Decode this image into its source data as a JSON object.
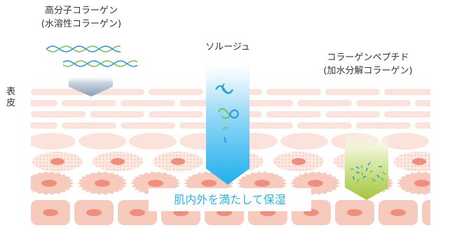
{
  "illustration": {
    "collagen_high": {
      "name": "高分子コラーゲン",
      "note": "(水溶性コラーゲン)"
    },
    "solution": {
      "name": "ソルージュ"
    },
    "collagen_peptide": {
      "name": "コラーゲンペプチド",
      "note": "(加水分解コラーゲン)"
    },
    "skin_layer_label": [
      "表",
      "皮"
    ],
    "caption": "肌内外を満たして保湿",
    "colors": {
      "skin_light": "#fbe3dc",
      "skin_cell": "#f6cbbd",
      "nucleus": "#f08e7e",
      "solution_blue": "#35b9ee",
      "peptide_green": "#a7c93b",
      "strand_green": "#7bc25a",
      "strand_blue": "#2a9fd6",
      "caption_blue": "#2ab6ec"
    }
  }
}
